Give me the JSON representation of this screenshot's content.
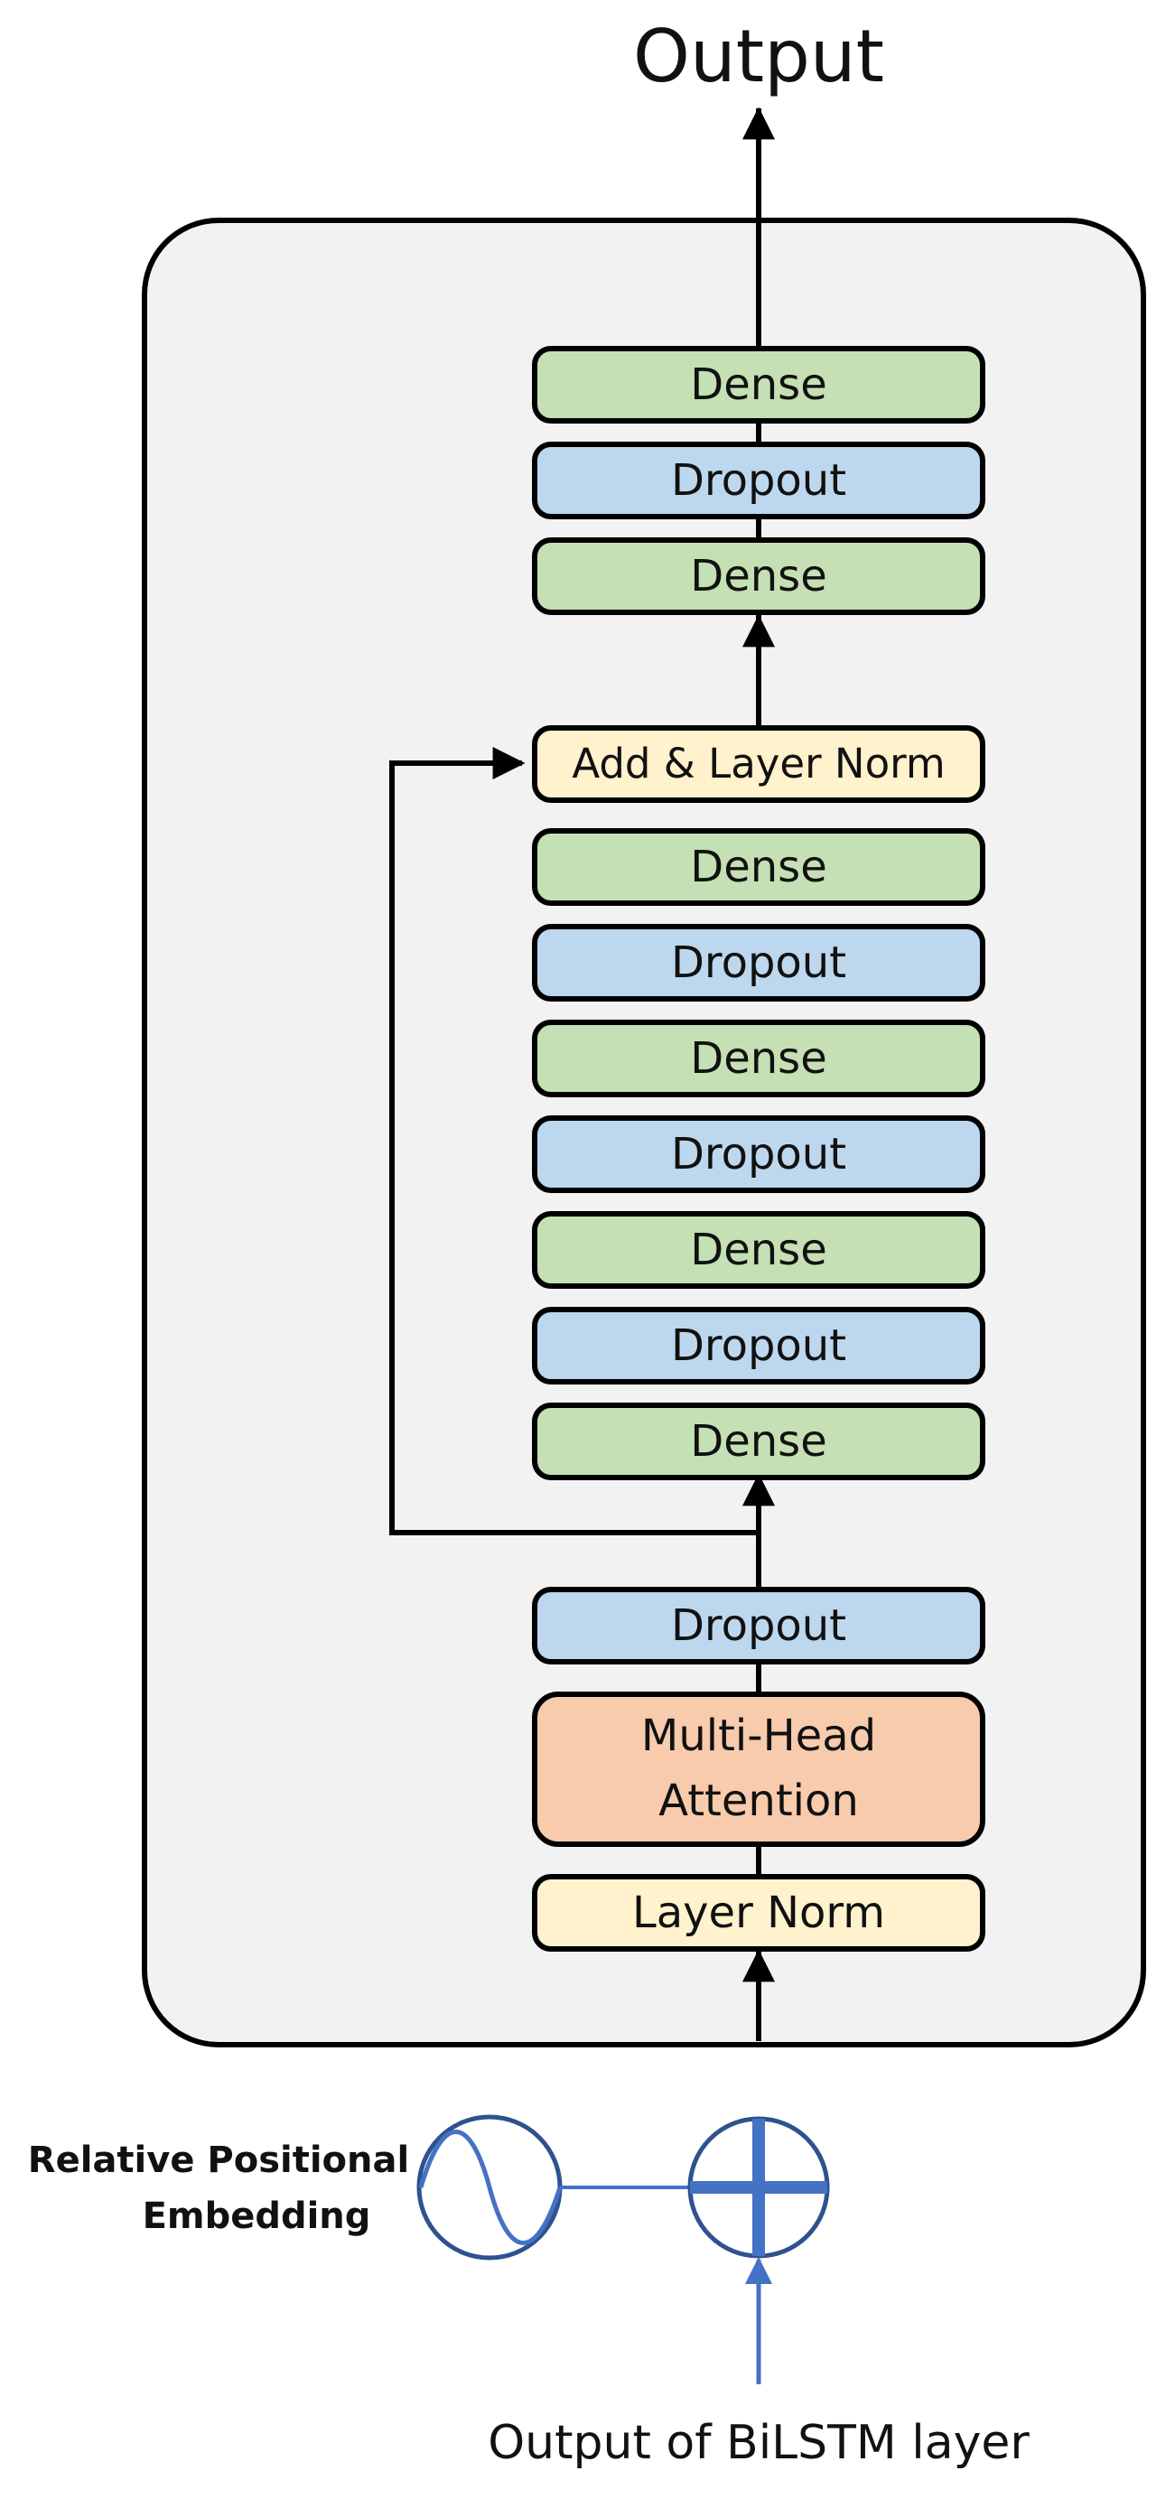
{
  "title": "Output",
  "input_label": "Output of BiLSTM layer",
  "embedding_label_line1": "Relative Positional",
  "embedding_label_line2": "Embedding",
  "layers": {
    "top_dense_1": "Dense",
    "top_dropout": "Dropout",
    "top_dense_2": "Dense",
    "add_norm": "Add & Layer Norm",
    "ff_dense_1": "Dense",
    "ff_dropout_1": "Dropout",
    "ff_dense_2": "Dense",
    "ff_dropout_2": "Dropout",
    "ff_dense_3": "Dense",
    "ff_dropout_3": "Dropout",
    "ff_dense_4": "Dense",
    "attn_dropout": "Dropout",
    "mha_line1": "Multi-Head",
    "mha_line2": "Attention",
    "layer_norm": "Layer Norm"
  },
  "colors": {
    "dense": "#c5e0b4",
    "dropout": "#bdd7ee",
    "norm": "#fff2cc",
    "attention": "#f8cbad",
    "container": "#f2f2f2",
    "embedding_blue": "#4472c4"
  }
}
